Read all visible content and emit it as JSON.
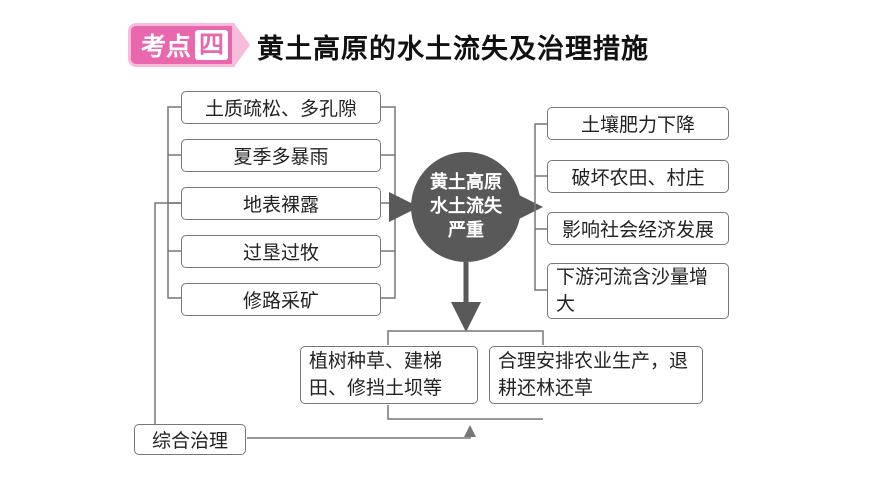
{
  "header": {
    "label": "考点",
    "number": "四",
    "title": "黄土高原的水土流失及治理措施"
  },
  "causes": [
    "土质疏松、多孔隙",
    "夏季多暴雨",
    "地表裸露",
    "过垦过牧",
    "修路采矿"
  ],
  "center": "黄土高原水土流失严重",
  "effects": [
    "土壤肥力下降",
    "破坏农田、村庄",
    "影响社会经济发展",
    "下游河流含沙量增大"
  ],
  "measures": [
    "植树种草、建梯田、修挡土坝等",
    "合理安排农业生产，退耕还林还草"
  ],
  "comprehensive": "综合治理",
  "colors": {
    "accent": "#e968ad",
    "accent_light": "#f7bcd9",
    "circle": "#595959",
    "line": "#777777"
  }
}
